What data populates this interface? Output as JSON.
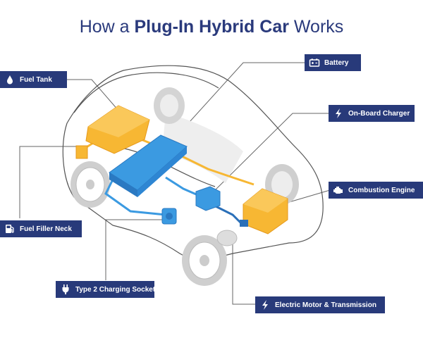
{
  "title": {
    "prefix": "How a ",
    "bold": "Plug-In Hybrid Car",
    "suffix": " Works"
  },
  "labels": {
    "fuel_tank": "Fuel Tank",
    "battery": "Battery",
    "on_board_charger": "On-Board Charger",
    "combustion_engine": "Combustion Engine",
    "fuel_filler_neck": "Fuel Filler Neck",
    "type2_socket": "Type 2 Charging Socket",
    "electric_motor": "Electric Motor & Transmission"
  },
  "icons": {
    "fuel_tank": "fuel-drop-icon",
    "battery": "battery-icon",
    "on_board_charger": "lightning-icon",
    "combustion_engine": "engine-icon",
    "fuel_filler_neck": "fuel-pump-icon",
    "type2_socket": "plug-icon",
    "electric_motor": "lightning-icon"
  },
  "colors": {
    "label_bg": "#283a7a",
    "title": "#2a3a7c",
    "fuel_orange": "#f7b733",
    "electric_blue": "#3b9ae1",
    "outline": "#555555"
  }
}
